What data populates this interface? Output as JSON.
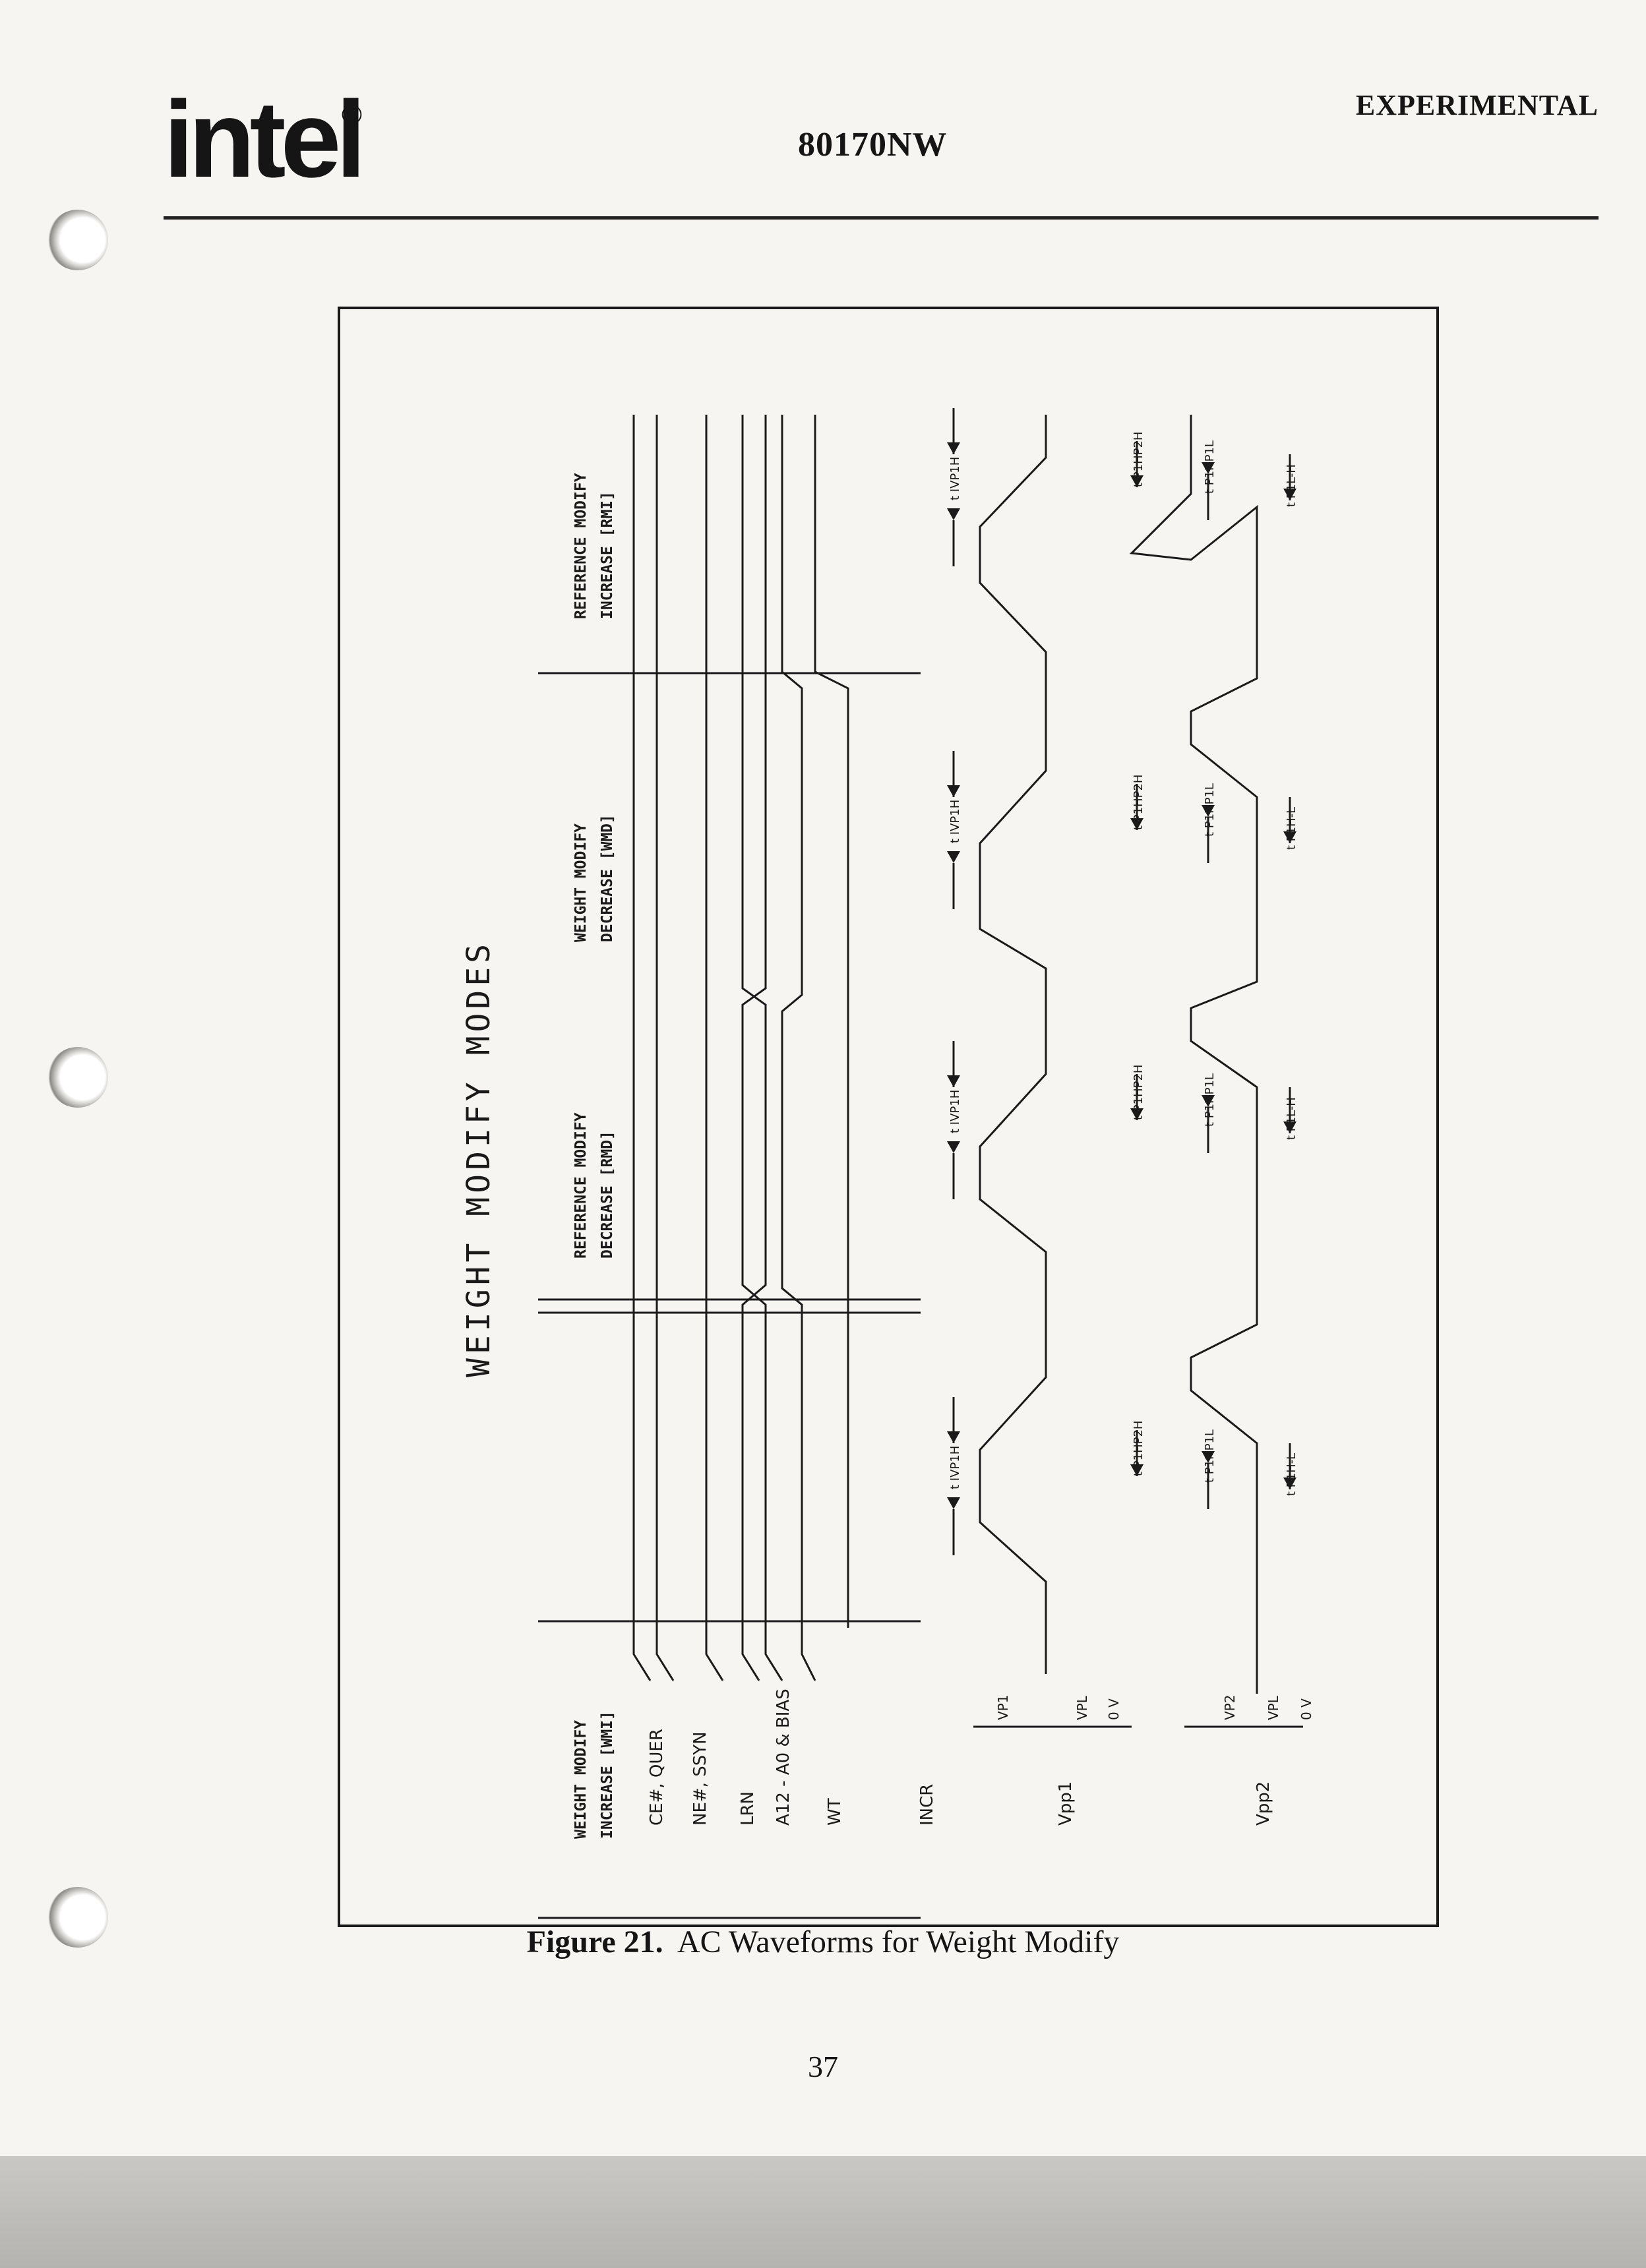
{
  "header": {
    "logo_text": "intel",
    "logo_mark": "®",
    "document_title": "80170NW",
    "status": "EXPERIMENTAL"
  },
  "figure": {
    "title": "WEIGHT MODIFY MODES",
    "modes": [
      {
        "line1": "WEIGHT MODIFY",
        "line2": "INCREASE [WMI]"
      },
      {
        "line1": "REFERENCE MODIFY",
        "line2": "DECREASE [RMD]"
      },
      {
        "line1": "WEIGHT MODIFY",
        "line2": "DECREASE [WMD]"
      },
      {
        "line1": "REFERENCE MODIFY",
        "line2": "INCREASE [RMI]"
      }
    ],
    "signals": [
      "CE#, QUER",
      "NE#, SSYN",
      "LRN",
      "A12 - A0 & BIAS",
      "WT",
      "INCR",
      "Vpp1",
      "Vpp2"
    ],
    "level_labels": {
      "vp1": "VP1",
      "vpl": "VPL",
      "zero": "0 V",
      "vp2": "VP2"
    },
    "timing_labels": {
      "ivp1h": "t IVP1H",
      "p1hp2h": "t P1HP2H",
      "p1hp1l": "t P1HP1L",
      "p1ll_h": "t P1L-H",
      "p1hl": "t P1H-L"
    }
  },
  "caption": {
    "number": "Figure 21.",
    "text": "AC Waveforms for Weight Modify"
  },
  "page_number": "37",
  "colors": {
    "ink": "#151515",
    "paper": "#f6f5f1",
    "bleed": "#b9bcc4"
  }
}
